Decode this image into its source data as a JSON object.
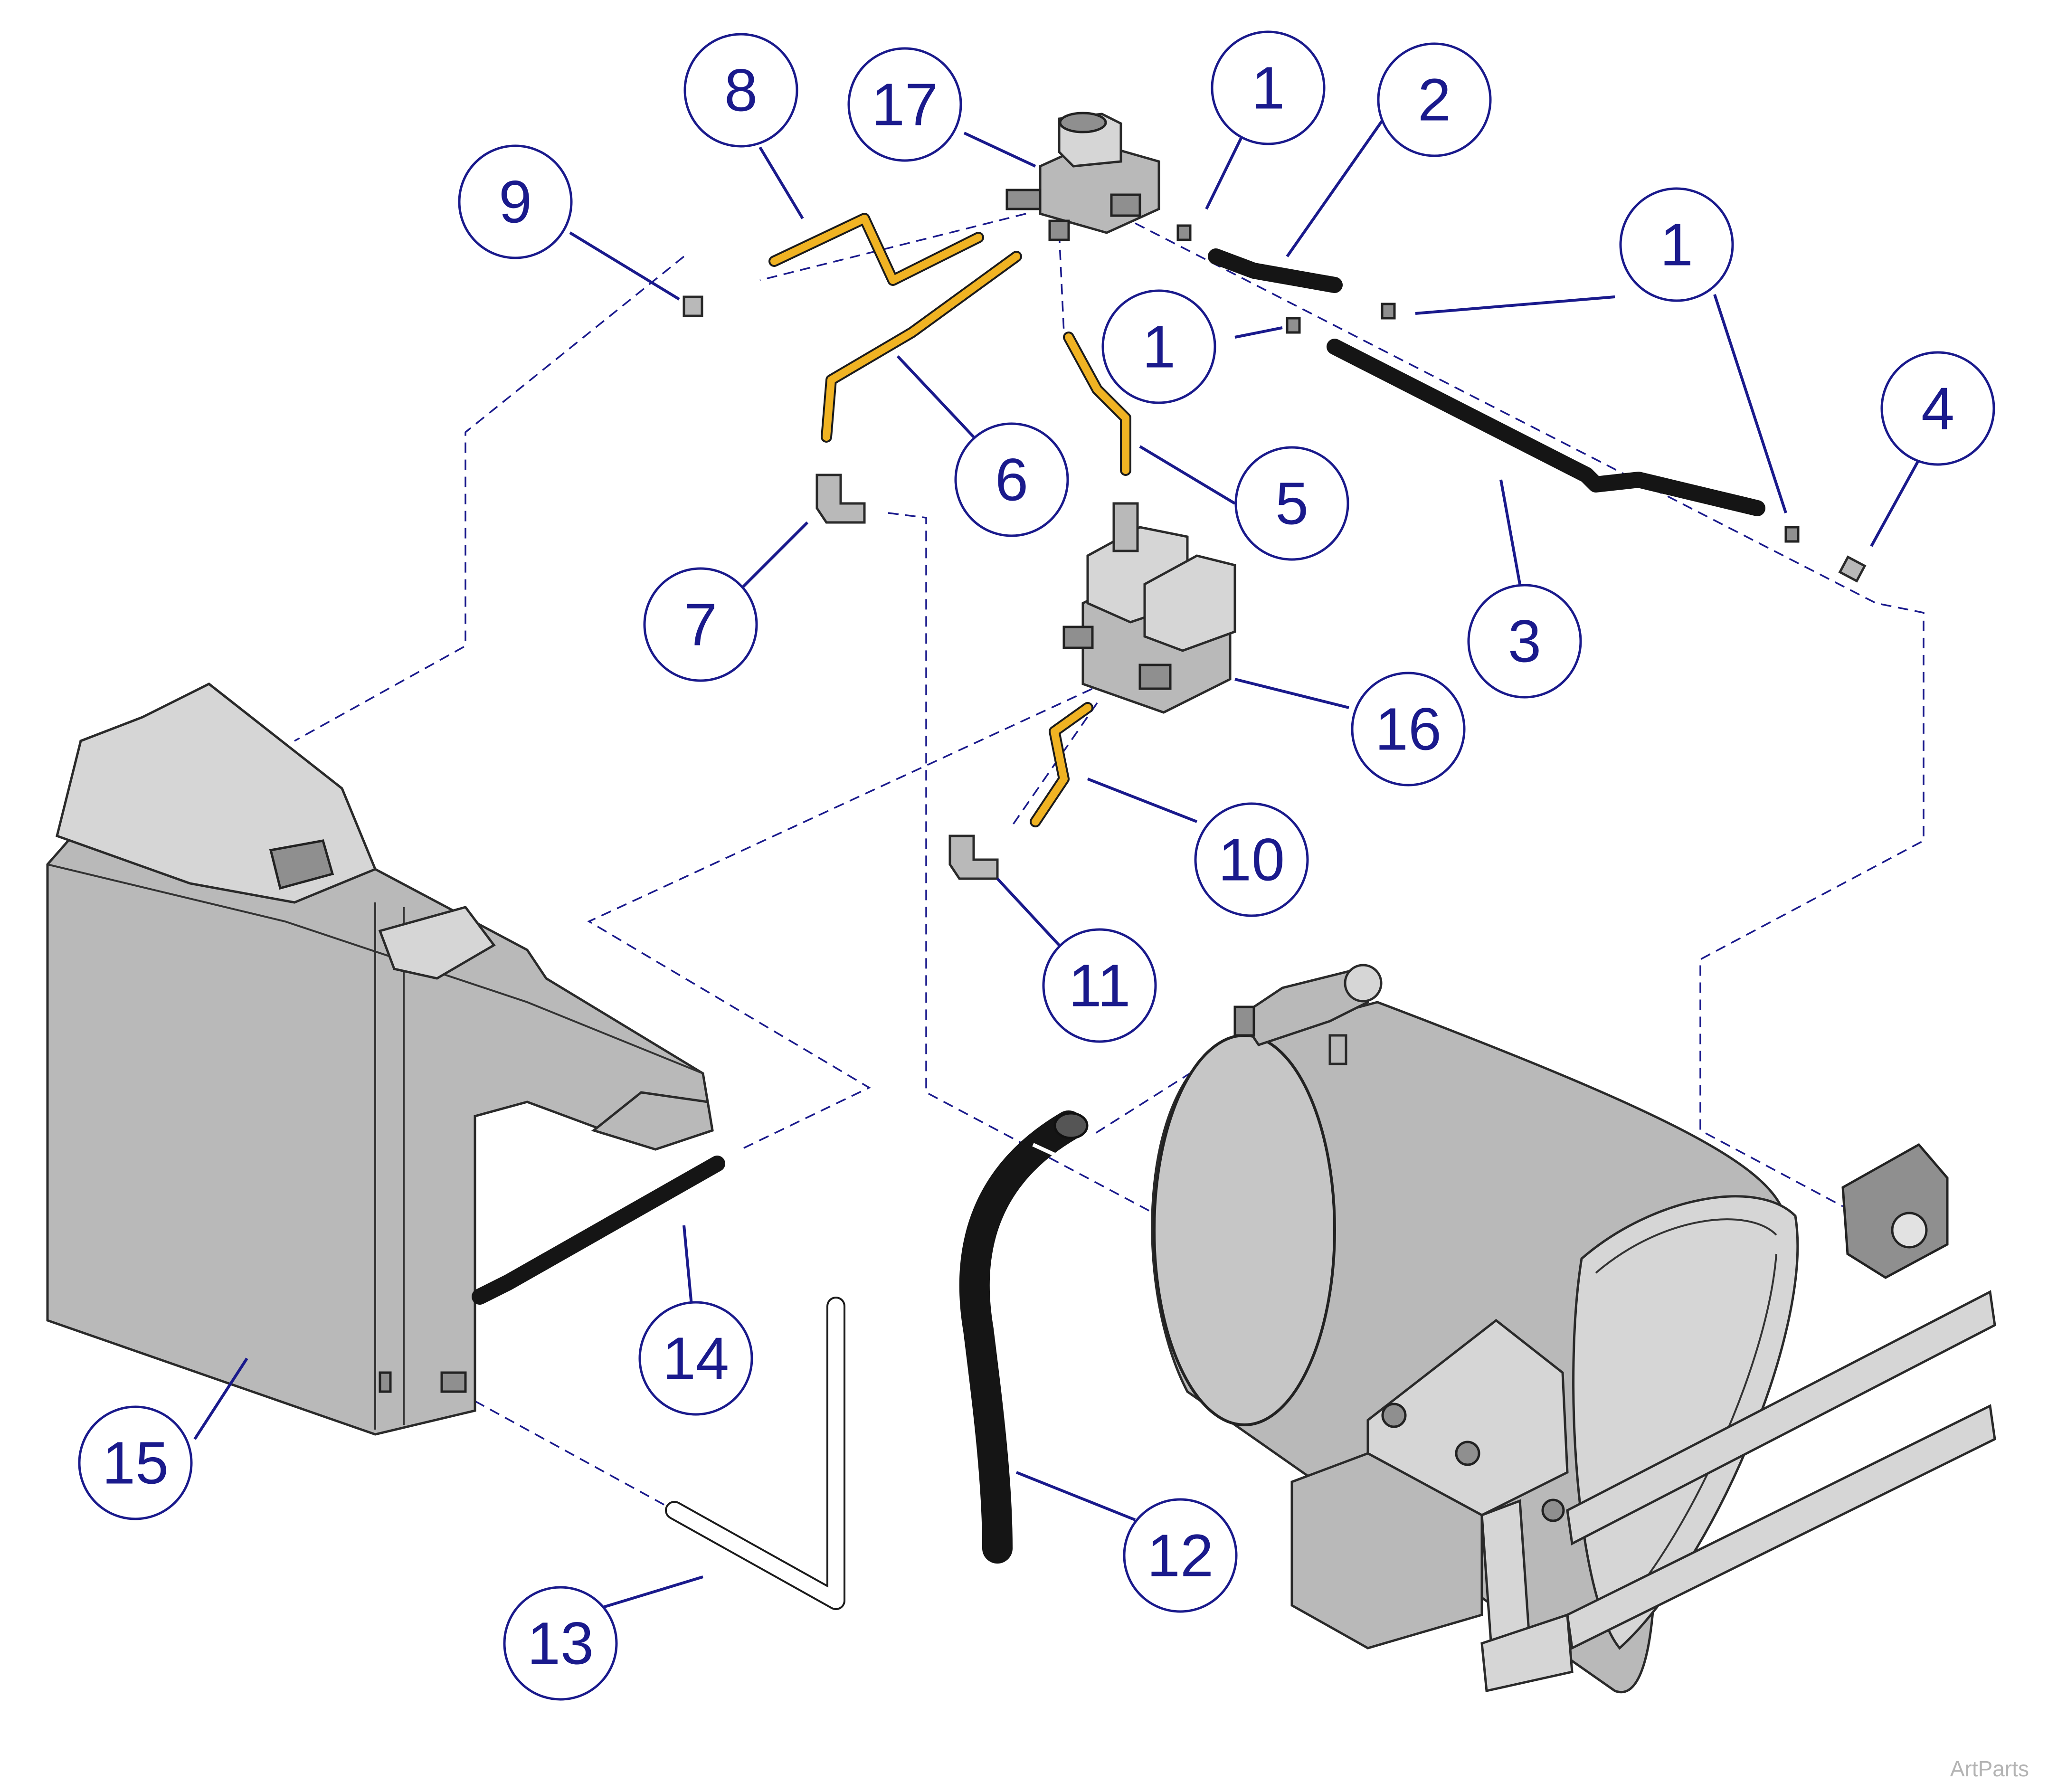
{
  "callouts": [
    {
      "label": "1"
    },
    {
      "label": "1"
    },
    {
      "label": "1"
    },
    {
      "label": "1"
    },
    {
      "label": "2"
    },
    {
      "label": "3"
    },
    {
      "label": "4"
    },
    {
      "label": "5"
    },
    {
      "label": "6"
    },
    {
      "label": "7"
    },
    {
      "label": "8"
    },
    {
      "label": "9"
    },
    {
      "label": "10"
    },
    {
      "label": "11"
    },
    {
      "label": "12"
    },
    {
      "label": "13"
    },
    {
      "label": "14"
    },
    {
      "label": "15"
    },
    {
      "label": "16"
    },
    {
      "label": "17"
    }
  ],
  "watermark": "ArtParts",
  "colors": {
    "callout": "#1a1a8c",
    "yellow_tube": "#f0b323",
    "black_hose": "#151515",
    "metal": "#b9b9b9"
  }
}
